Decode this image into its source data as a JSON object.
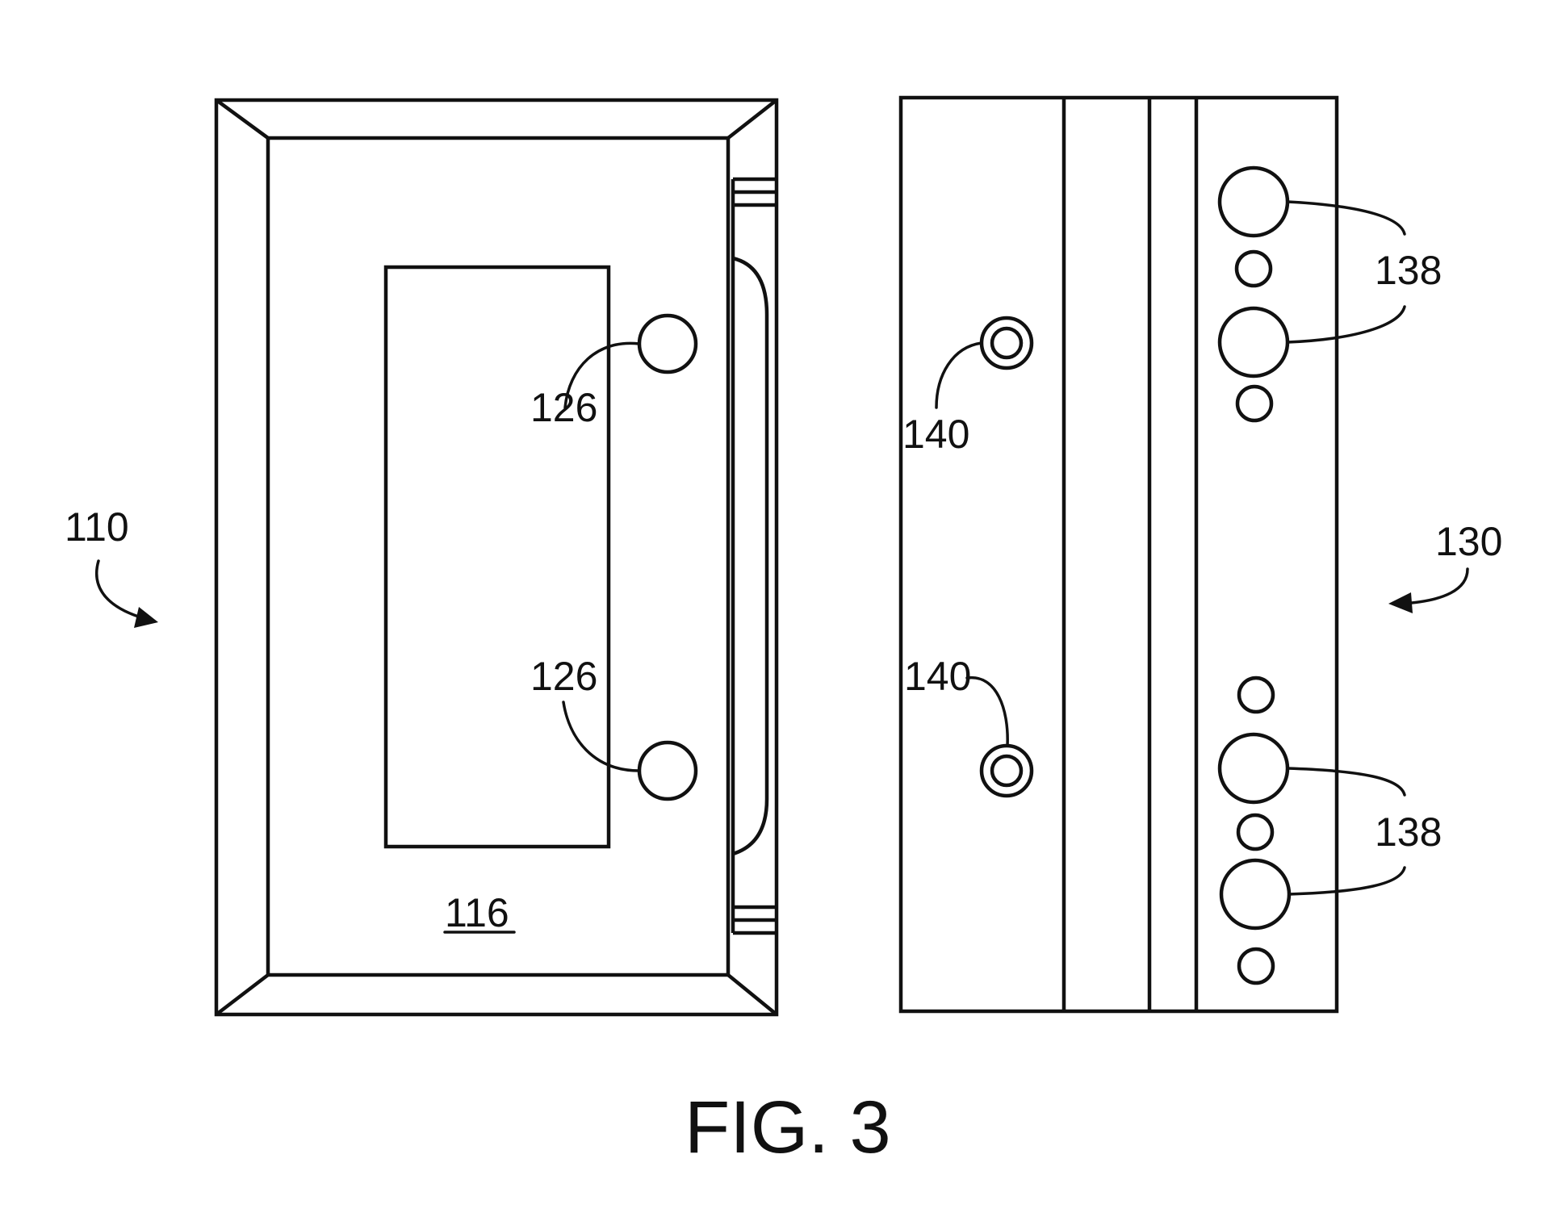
{
  "colors": {
    "ink": "#111111",
    "background": "#ffffff"
  },
  "labels": {
    "part_110": "110",
    "part_116": "116",
    "part_126": "126",
    "part_130": "130",
    "part_138": "138",
    "part_140": "140"
  },
  "caption": "FIG. 3"
}
